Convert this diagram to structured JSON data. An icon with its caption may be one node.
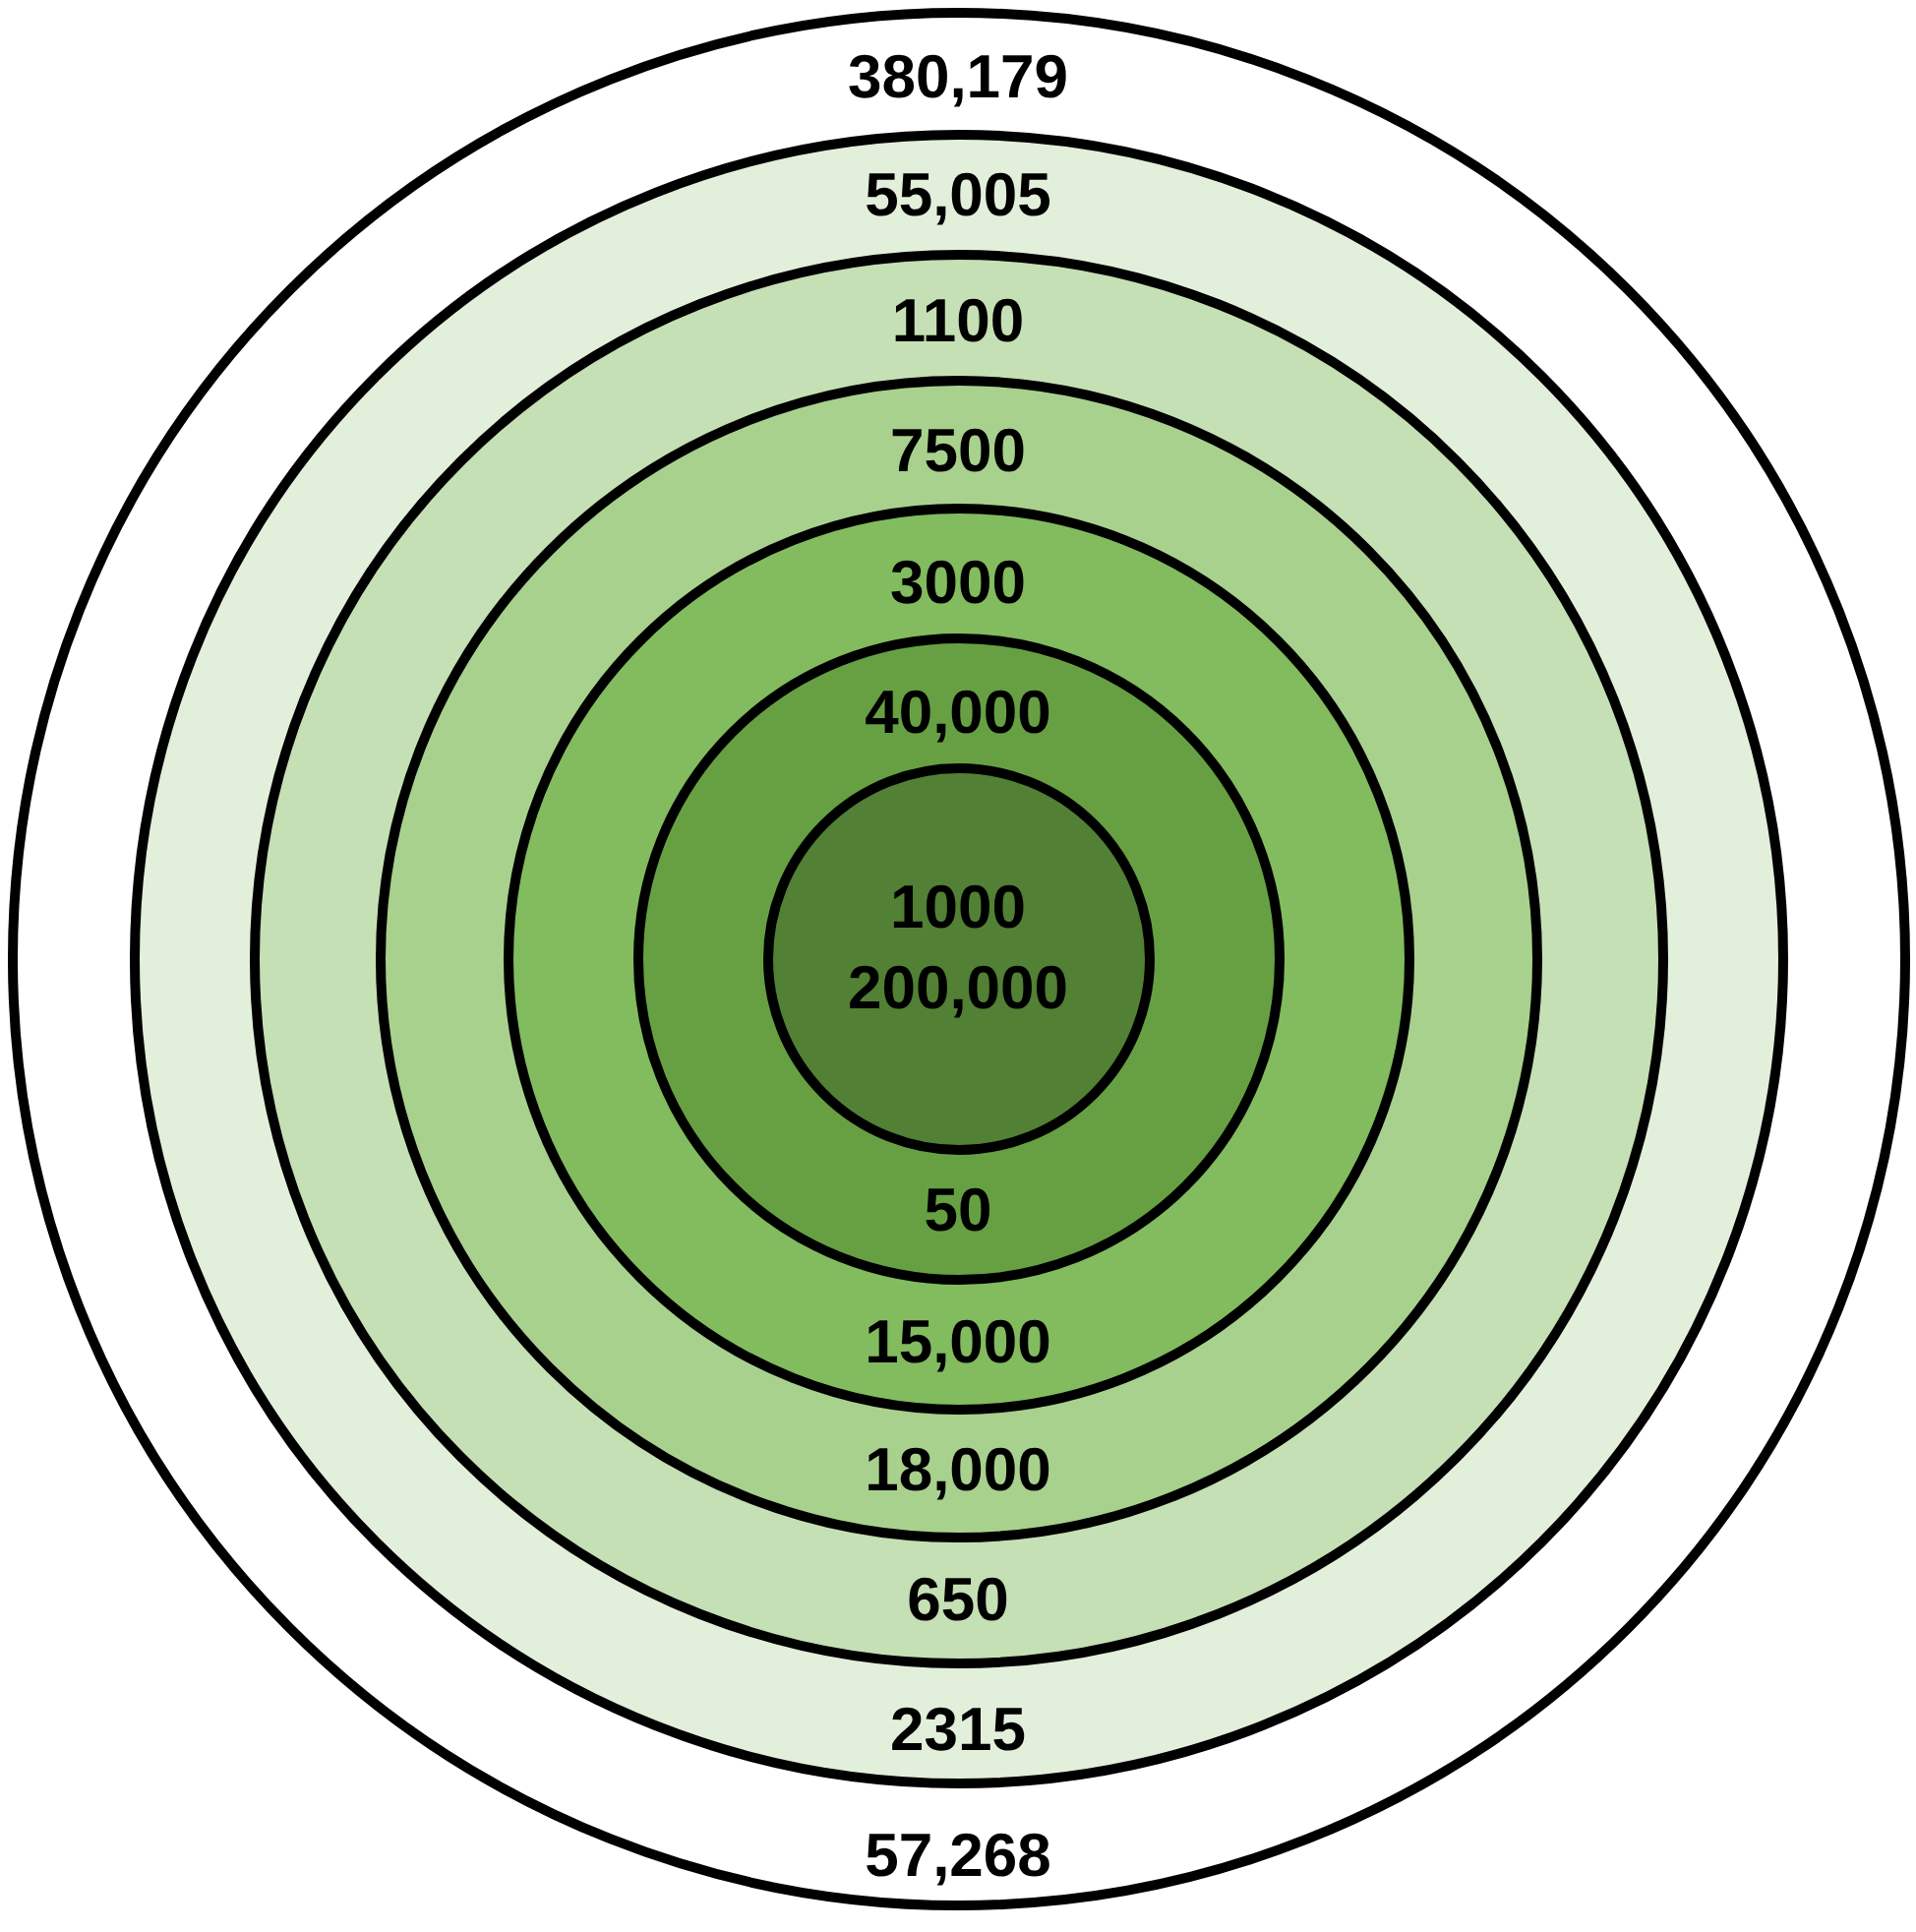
{
  "diagram": {
    "nodes": [
      {
        "text": [
          "380,179",
          "57,268"
        ]
      },
      {
        "text": [
          "55,005",
          "2315"
        ],
        "in": 0
      },
      {
        "text": [
          "1100",
          "650"
        ],
        "in": 1
      },
      {
        "text": [
          "7500",
          "18,000"
        ],
        "in": 2
      },
      {
        "text": [
          "3000",
          "15,000"
        ],
        "in": 3
      },
      {
        "text": [
          "40,000",
          "50"
        ],
        "in": 4
      },
      {
        "text": [
          "1000",
          "200,000"
        ],
        "in": 5
      }
    ]
  }
}
